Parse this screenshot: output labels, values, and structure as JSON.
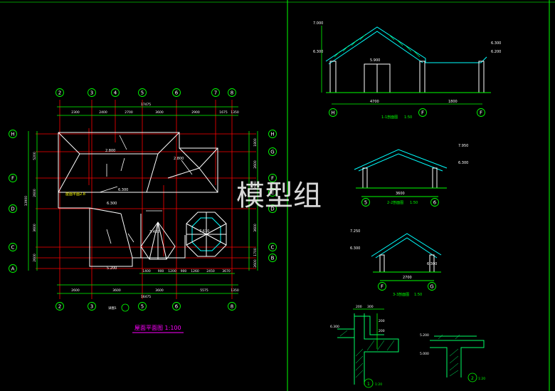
{
  "watermark": "模型组",
  "colors": {
    "background": "#000000",
    "dim": "#00ff00",
    "axis": "#00ff00",
    "grid": "#ff0000",
    "wall": "#ffffff",
    "roof": "#00ffff",
    "hatch": "#00ff66",
    "text": "#ffffff",
    "note": "#ffff00",
    "title": "#ff00ff"
  },
  "plan": {
    "title": "屋面平面图 1:100",
    "top_axes": [
      "2",
      "3",
      "4",
      "5",
      "6",
      "7",
      "8"
    ],
    "bottom_axes": [
      "2",
      "3",
      "5",
      "6",
      "8"
    ],
    "left_axes": [
      "H",
      "F",
      "D",
      "C",
      "A"
    ],
    "right_axes": [
      "H",
      "G",
      "F",
      "E",
      "D",
      "C",
      "B"
    ],
    "top_overall": "17475",
    "top_dims": [
      "2300",
      "2400",
      "2700",
      "3600",
      "2900",
      "1675",
      "1350"
    ],
    "bottom_overall": "16475",
    "bottom_dims": [
      "2600",
      "3600",
      "3600",
      "5575",
      "1350"
    ],
    "left_overall": "13900",
    "left_dims": [
      "5200",
      "2600",
      "3600",
      "2600"
    ],
    "right_dims": [
      "1800",
      "2600",
      "2600",
      "3600",
      "1700",
      "2600"
    ],
    "inner_dims": [
      "1400",
      "900",
      "1200",
      "900",
      "1260",
      "2450",
      "3670"
    ],
    "levels": [
      "2.800",
      "6.300",
      "6.300",
      "7.610",
      "3.480",
      "5.200",
      "2.800"
    ],
    "note": "屋面平面2.8",
    "callout": "详图1"
  },
  "section_1": {
    "title": "1-1剖面图",
    "scale": "1:50",
    "axes": [
      "H",
      "F",
      "F"
    ],
    "dims": [
      "4700",
      "1800"
    ],
    "levels": [
      "7.000",
      "6.300",
      "6.300",
      "6.200",
      "5.900"
    ]
  },
  "section_2": {
    "title": "2-2剖面图",
    "scale": "1:50",
    "axes": [
      "5",
      "6"
    ],
    "dims": [
      "3600"
    ],
    "levels": [
      "7.950",
      "6.300"
    ]
  },
  "section_3": {
    "title": "3-3剖面图",
    "scale": "1:50",
    "axes": [
      "F",
      "G"
    ],
    "dims": [
      "2700"
    ],
    "levels": [
      "7.250",
      "6.300",
      "6.300"
    ]
  },
  "detail_1": {
    "mark": "1",
    "scale": "1:20",
    "dims": [
      "200",
      "300",
      "200",
      "200"
    ],
    "levels": [
      "6.300"
    ]
  },
  "detail_2": {
    "mark": "2",
    "scale": "1:20",
    "levels": [
      "5.200",
      "5.000"
    ]
  }
}
